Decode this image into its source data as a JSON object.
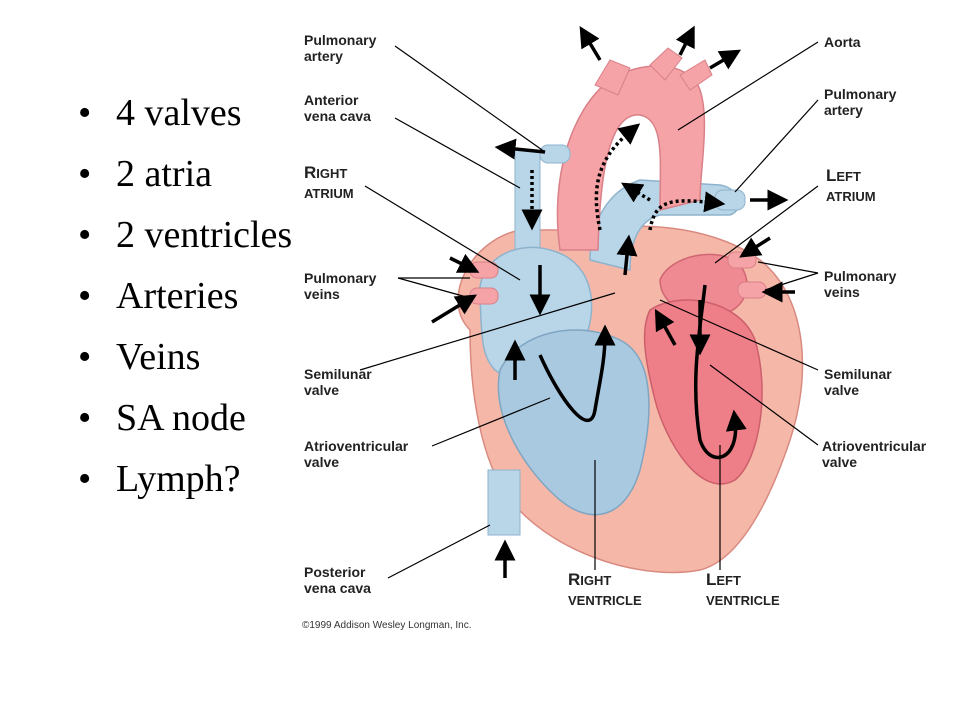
{
  "bullets": [
    "4 valves",
    "2 atria",
    "2 ventricles",
    "Arteries",
    "Veins",
    "SA node",
    "Lymph?"
  ],
  "labels": {
    "pulmonary_artery_left": "Pulmonary\nartery",
    "anterior_vena_cava": "Anterior\nvena cava",
    "right_atrium_cap": "R",
    "right_atrium_rest": "IGHT",
    "right_atrium_word2": "ATRIUM",
    "pulmonary_veins_left": "Pulmonary\nveins",
    "semilunar_valve_left": "Semilunar\nvalve",
    "atrioventricular_valve_left": "Atrioventricular\nvalve",
    "posterior_vena_cava": "Posterior\nvena cava",
    "right_ventricle_cap": "R",
    "right_ventricle_rest": "IGHT",
    "right_ventricle_word2": "VENTRICLE",
    "left_ventricle_cap": "L",
    "left_ventricle_rest": "EFT",
    "left_ventricle_word2": "VENTRICLE",
    "aorta": "Aorta",
    "pulmonary_artery_right": "Pulmonary\nartery",
    "left_atrium_cap": "L",
    "left_atrium_rest": "EFT",
    "left_atrium_word2": "ATRIUM",
    "pulmonary_veins_right": "Pulmonary\nveins",
    "semilunar_valve_right": "Semilunar\nvalve",
    "atrioventricular_valve_right": "Atrioventricular\nvalve"
  },
  "copyright": "©1999 Addison Wesley Longman, Inc.",
  "colors": {
    "oxygen_poor": "#b9d5e8",
    "oxygen_rich": "#f3a3a6",
    "muscle": "#f7b9a4",
    "arrow": "#000000"
  }
}
